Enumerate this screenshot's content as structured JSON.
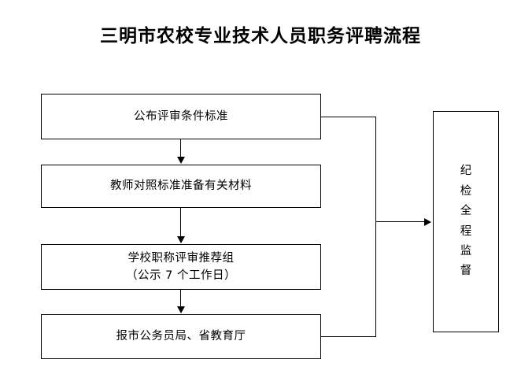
{
  "title": "三明市农校专业技术人员职务评聘流程",
  "flow": {
    "nodes": [
      {
        "id": "publish-criteria",
        "lines": [
          "公布评审条件标准"
        ]
      },
      {
        "id": "teacher-prepare",
        "lines": [
          "教师对照标准准备有关材料"
        ]
      },
      {
        "id": "school-review-group",
        "lines": [
          "学校职称评审推荐组",
          "（公示 7 个工作日）"
        ]
      },
      {
        "id": "report-to-bureau",
        "lines": [
          "报市公务员局、省教育厅"
        ]
      }
    ],
    "side_node": {
      "id": "discipline-supervision",
      "label": "纪检全程监督",
      "chars": [
        "纪",
        "检",
        "全",
        "程",
        "监",
        "督"
      ]
    }
  },
  "colors": {
    "background": "#ffffff",
    "stroke": "#000000",
    "text": "#000000"
  }
}
